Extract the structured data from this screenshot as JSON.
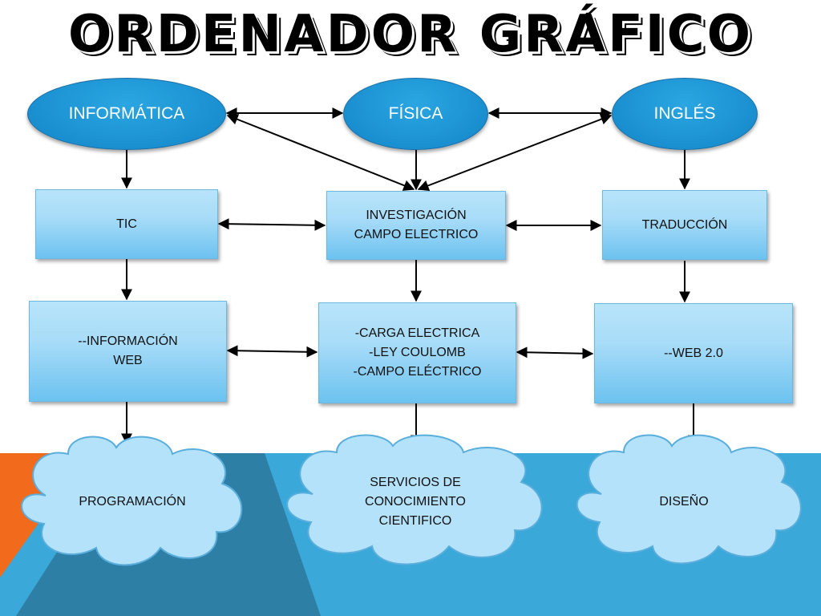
{
  "title": "ORDENADOR GRÁFICO",
  "colors": {
    "oval_fill": "#1a8fd0",
    "box_fill": "#a8dcf8",
    "cloud_fill": "#b5e2fb",
    "bg_orange": "#f26a1b",
    "bg_blue": "#3aa8d8",
    "bg_dark_blue": "#2e7fa6"
  },
  "subjects": [
    {
      "label": "INFORMÁTICA"
    },
    {
      "label": "FÍSICA"
    },
    {
      "label": "INGLÉS"
    }
  ],
  "level1": [
    {
      "lines": [
        "TIC"
      ]
    },
    {
      "lines": [
        "INVESTIGACIÓN",
        "CAMPO ELECTRICO"
      ]
    },
    {
      "lines": [
        "TRADUCCIÓN"
      ]
    }
  ],
  "level2": [
    {
      "lines": [
        "--INFORMACIÓN",
        "WEB"
      ]
    },
    {
      "lines": [
        "-CARGA ELECTRICA",
        "-LEY COULOMB",
        "-CAMPO ELÉCTRICO"
      ]
    },
    {
      "lines": [
        "--WEB 2.0"
      ]
    }
  ],
  "clouds": [
    {
      "lines": [
        "PROGRAMACIÓN"
      ]
    },
    {
      "lines": [
        "SERVICIOS DE",
        "CONOCIMIENTO",
        "CIENTIFICO"
      ]
    },
    {
      "lines": [
        "DISEÑO"
      ]
    }
  ]
}
